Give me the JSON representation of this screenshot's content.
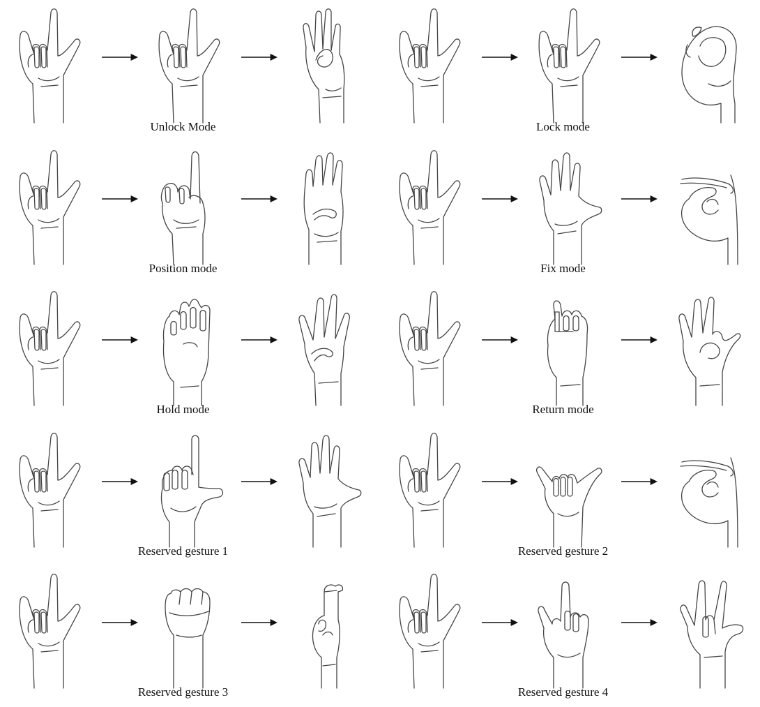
{
  "colors": {
    "line": "#444444",
    "arrow": "#111111",
    "text": "#111111"
  },
  "panels": [
    {
      "caption": "Unlock Mode",
      "sequence": [
        "rock-hand",
        "rock-hand",
        "ring-hand"
      ]
    },
    {
      "caption": "Lock mode",
      "sequence": [
        "rock-hand",
        "rock-hand",
        "pinch-hand"
      ]
    },
    {
      "caption": "Position mode",
      "sequence": [
        "rock-hand",
        "point-up-hand",
        "palm-thumb-tucked-hand"
      ]
    },
    {
      "caption": "Fix mode",
      "sequence": [
        "rock-hand",
        "open-palm-hand",
        "pinch-side-hand"
      ]
    },
    {
      "caption": "Hold mode",
      "sequence": [
        "rock-hand",
        "fist-front-hand",
        "three-finger-hand"
      ]
    },
    {
      "caption": "Return mode",
      "sequence": [
        "rock-hand",
        "fist-thumb-hand",
        "ok-hand"
      ]
    },
    {
      "caption": "Reserved gesture 1",
      "sequence": [
        "rock-hand",
        "l-shape-hand",
        "open-palm-hand"
      ]
    },
    {
      "caption": "Reserved gesture 2",
      "sequence": [
        "rock-hand",
        "shaka-hand",
        "pinch-side-hand"
      ]
    },
    {
      "caption": "Reserved gesture 3",
      "sequence": [
        "rock-hand",
        "fist-back-hand",
        "hook-finger-hand"
      ]
    },
    {
      "caption": "Reserved gesture 4",
      "sequence": [
        "rock-hand",
        "middle-finger-hand",
        "bent-hand"
      ]
    }
  ]
}
